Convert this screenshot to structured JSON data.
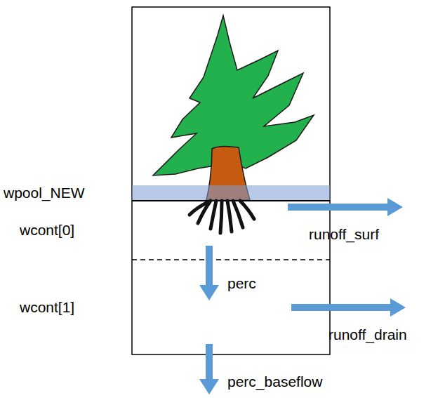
{
  "diagram": {
    "labels": [
      "wpool_NEW",
      "wcont[0]",
      "runoff_surf",
      "perc",
      "wcont[1]",
      "runoff_drain",
      "perc_baseflow"
    ]
  }
}
